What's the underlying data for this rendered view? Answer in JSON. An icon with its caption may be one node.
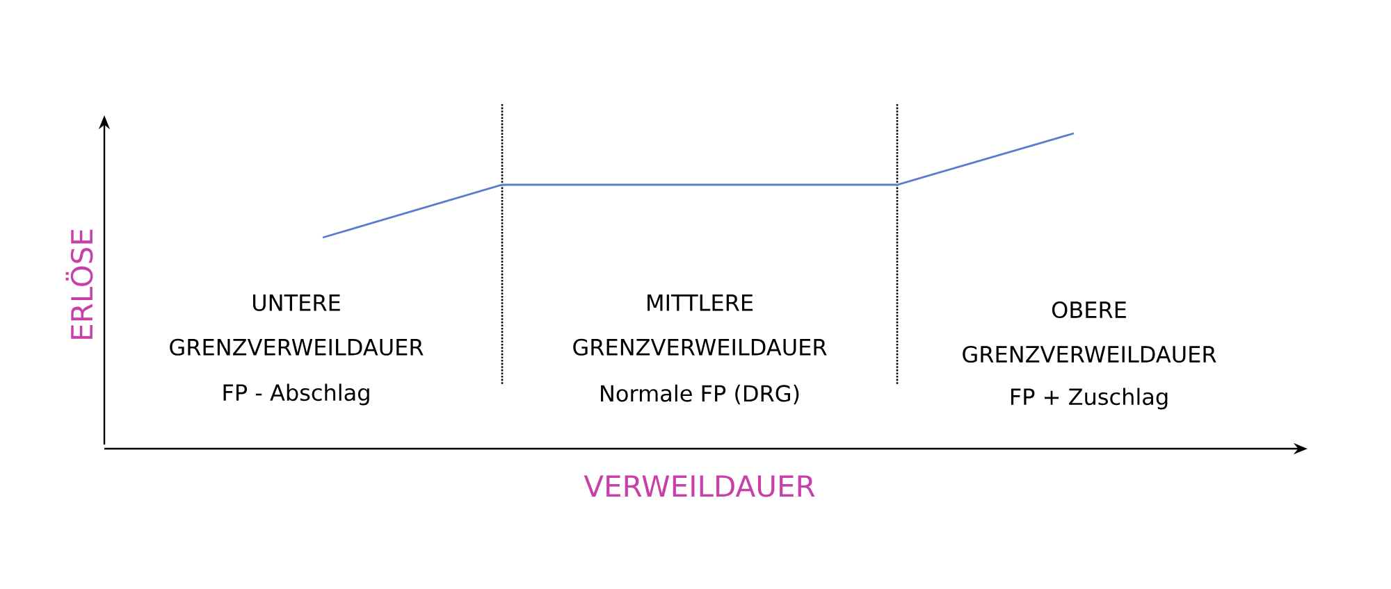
{
  "diagram": {
    "labels": [
      "ERLÖSE",
      "UNTERE GRENZVERWEILDAUER",
      "FP - Abschlag",
      "MITTLERE GRENZVERWEILDAUER",
      "Normale FP (DRG)",
      "OBERE GRENZVERWEILDAUER",
      "FP + Zuschlag",
      "VERWEILDAUER"
    ]
  }
}
